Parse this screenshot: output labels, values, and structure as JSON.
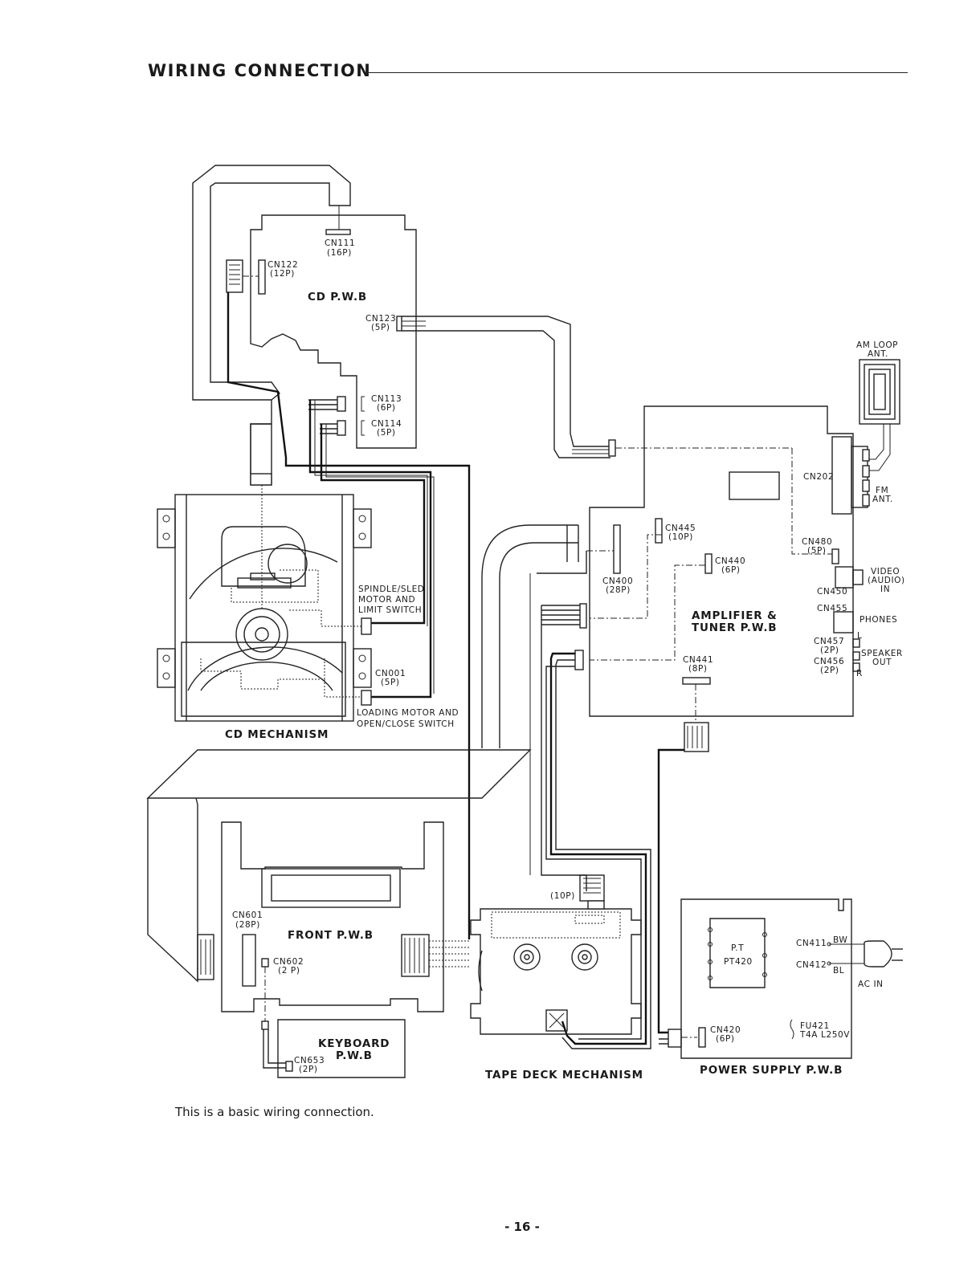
{
  "header": {
    "title": "WIRING  CONNECTION"
  },
  "caption": "This is a basic wiring  connection.",
  "page_number": "- 16 -",
  "blocks": {
    "cd_pwb": "CD P.W.B",
    "cd_mechanism": "CD MECHANISM",
    "amplifier_line1": "AMPLIFIER &",
    "amplifier_line2": "TUNER P.W.B",
    "front_pwb": "FRONT P.W.B",
    "keyboard_line1": "KEYBOARD",
    "keyboard_line2": "P.W.B",
    "tape_deck": "TAPE DECK MECHANISM",
    "power_supply": "POWER SUPPLY P.W.B"
  },
  "connectors": {
    "cn111": "CN111",
    "cn111_pins": "(16P)",
    "cn122": "CN122",
    "cn122_pins": "(12P)",
    "cn123": "CN123",
    "cn123_pins": "(5P)",
    "cn113": "CN113",
    "cn113_pins": "(6P)",
    "cn114": "CN114",
    "cn114_pins": "(5P)",
    "cn001": "CN001",
    "cn001_pins": "(5P)",
    "cn202": "CN202",
    "cn445": "CN445",
    "cn445_pins": "(10P)",
    "cn440": "CN440",
    "cn440_pins": "(6P)",
    "cn400": "CN400",
    "cn400_pins": "(28P)",
    "cn480": "CN480",
    "cn480_pins": "(5P)",
    "cn450": "CN450",
    "cn455": "CN455",
    "cn457": "CN457",
    "cn457_pins": "(2P)",
    "cn456": "CN456",
    "cn456_pins": "(2P)",
    "cn441": "CN441",
    "cn441_pins": "(8P)",
    "cn601": "CN601",
    "cn601_pins": "(28P)",
    "cn602": "CN602",
    "cn602_pins": "(2 P)",
    "cn653": "CN653",
    "cn653_pins": "(2P)",
    "tape_pins": "(10P)",
    "cn411": "CN411",
    "cn412": "CN412",
    "cn420": "CN420",
    "cn420_pins": "(6P)"
  },
  "labels": {
    "spindle1": "SPINDLE/SLED",
    "spindle2": "MOTOR AND",
    "spindle3": "LIMIT SWITCH",
    "loading1": "LOADING MOTOR AND",
    "loading2": "OPEN/CLOSE SWITCH",
    "am1": "AM LOOP",
    "am2": "ANT.",
    "fm1": "FM",
    "fm2": "ANT.",
    "video1": "VIDEO",
    "video2": "(AUDIO)",
    "video3": "IN",
    "phones": "PHONES",
    "speaker1": "SPEAKER",
    "speaker2": "OUT",
    "l": "L",
    "r": "R",
    "pt1": "P.T",
    "pt2": "PT420",
    "bw": "BW",
    "bl": "BL",
    "acin": "AC IN",
    "fu1": "FU421",
    "fu2": "T4A L250V"
  }
}
